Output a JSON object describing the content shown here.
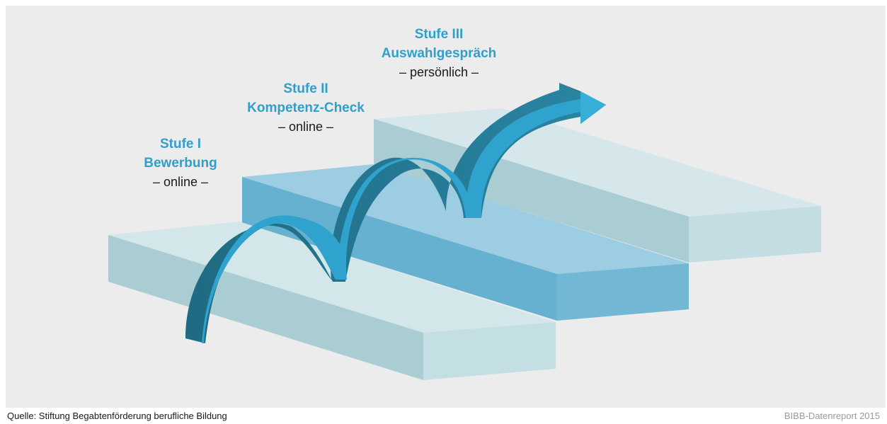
{
  "stages": [
    {
      "stage": "Stufe I",
      "name": "Bewerbung",
      "mode": "– online –"
    },
    {
      "stage": "Stufe II",
      "name": "Kompetenz-Check",
      "mode": "– online –"
    },
    {
      "stage": "Stufe III",
      "name": "Auswahlgespräch",
      "mode": "– persönlich –"
    }
  ],
  "footer": {
    "source": "Quelle: Stiftung Begabtenförderung berufliche Bildung",
    "brand": "BIBB-Datenreport 2015"
  },
  "colors": {
    "background": "#ececec",
    "accent": "#2f9fcb",
    "step1": "#b3d3d8",
    "step2": "#6ab3d1",
    "step3": "#c3dde3",
    "arrow": "#2fa3cd",
    "arrow_dark": "#226f88"
  }
}
